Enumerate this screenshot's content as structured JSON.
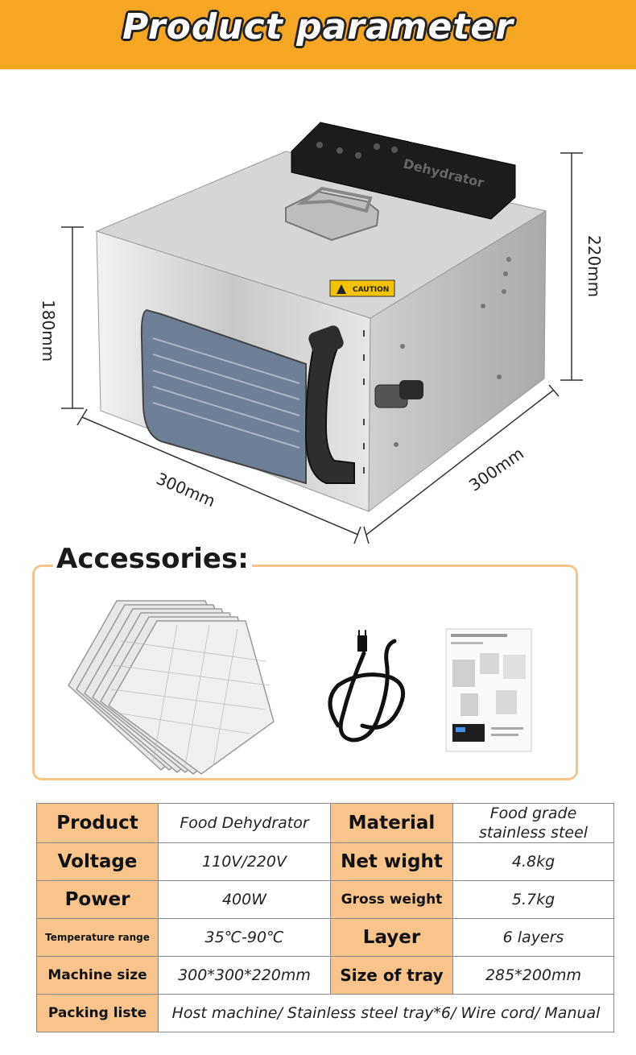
{
  "header": {
    "title": "Product parameter"
  },
  "dimensions": {
    "height_left": "180mm",
    "height_right": "220mm",
    "width_front": "300mm",
    "depth_side": "300mm"
  },
  "device": {
    "panel_label": "Dehydrator",
    "caution_label": "CAUTION"
  },
  "accessories": {
    "title": "Accessories:",
    "items": [
      "stainless-steel-trays",
      "power-cord",
      "manual"
    ]
  },
  "specs": {
    "rows": [
      [
        {
          "label": "Product",
          "value": "Food Dehydrator"
        },
        {
          "label": "Material",
          "value_line1": "Food grade",
          "value_line2": "stainless steel"
        }
      ],
      [
        {
          "label": "Voltage",
          "value": "110V/220V"
        },
        {
          "label": "Net wight",
          "value": "4.8kg"
        }
      ],
      [
        {
          "label": "Power",
          "value": "400W"
        },
        {
          "label": "Gross weight",
          "value": "5.7kg"
        }
      ],
      [
        {
          "label": "Temperature range",
          "value": "35℃-90℃"
        },
        {
          "label": "Layer",
          "value": "6 layers"
        }
      ],
      [
        {
          "label": "Machine size",
          "value": "300*300*220mm"
        },
        {
          "label": "Size of tray",
          "value": "285*200mm"
        }
      ]
    ],
    "packing": {
      "label": "Packing liste",
      "value": "Host machine/ Stainless steel tray*6/ Wire cord/ Manual"
    }
  }
}
